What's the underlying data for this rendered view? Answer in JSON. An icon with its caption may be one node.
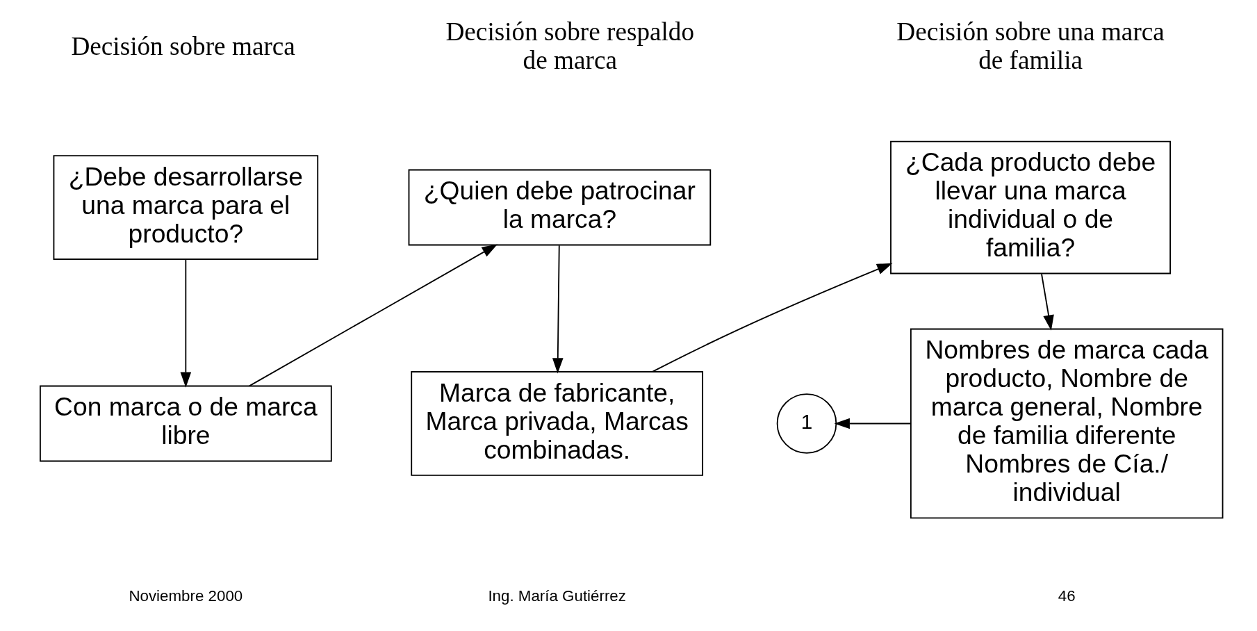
{
  "diagram": {
    "nodes": [
      {
        "text": [
          "¿Debe desarrollarse una marca para el producto?"
        ]
      },
      {
        "text": [
          "Con marca o de marca libre"
        ]
      },
      {
        "text": [
          "¿Quien debe patrocinar la marca?"
        ]
      },
      {
        "text": [
          "Marca de fabricante, Marca privada, Marcas combinadas."
        ]
      },
      {
        "text": [
          "¿Cada producto debe llevar una marca individual o de familia?"
        ]
      },
      {
        "text": [
          "Nombres de marca cada producto, Nombre de marca general, Nombre de familia diferente Nombres de Cía./ individual"
        ]
      },
      {
        "text": [
          "1"
        ]
      }
    ],
    "edges": [
      {
        "from": 0,
        "to": 1,
        "arrow": "to"
      },
      {
        "from": 1,
        "to": 2,
        "arrow": "to"
      },
      {
        "from": 2,
        "to": 3,
        "arrow": "to"
      },
      {
        "from": 3,
        "to": 4,
        "arrow": "to"
      },
      {
        "from": 4,
        "to": 5,
        "arrow": "to"
      },
      {
        "from": 5,
        "to": 6,
        "arrow": "to"
      }
    ],
    "labels": [
      "Decisión sobre marca",
      "Decisión sobre respaldo de marca",
      "Decisión sobre una marca de familia",
      "Noviembre 2000",
      "Ing. María Gutiérrez",
      "46"
    ]
  }
}
